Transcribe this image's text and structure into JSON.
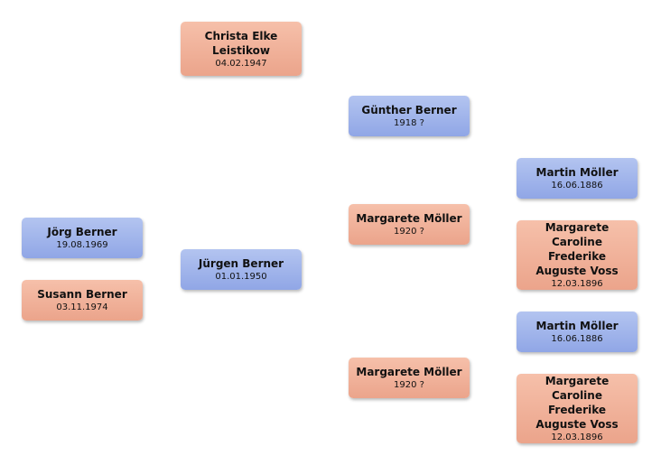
{
  "people": {
    "joerg": {
      "name": "Jörg Berner",
      "date": "19.08.1969",
      "sex": "male"
    },
    "susann": {
      "name": "Susann Berner",
      "date": "03.11.1974",
      "sex": "female"
    },
    "christa": {
      "name": "Christa Elke Leistikow",
      "date": "04.02.1947",
      "sex": "female"
    },
    "juergen": {
      "name": "Jürgen Berner",
      "date": "01.01.1950",
      "sex": "male"
    },
    "guenther": {
      "name": "Günther Berner",
      "date": "1918 ?",
      "sex": "male"
    },
    "margarete1": {
      "name": "Margarete Möller",
      "date": "1920 ?",
      "sex": "female"
    },
    "margarete2": {
      "name": "Margarete Möller",
      "date": "1920 ?",
      "sex": "female"
    },
    "martin1": {
      "name": "Martin Möller",
      "date": "16.06.1886",
      "sex": "male"
    },
    "mcfa1": {
      "name": "Margarete Caroline Frederike Auguste Voss",
      "date": "12.03.1896",
      "sex": "female"
    },
    "martin2": {
      "name": "Martin Möller",
      "date": "16.06.1886",
      "sex": "male"
    },
    "mcfa2": {
      "name": "Margarete Caroline Frederike Auguste Voss",
      "date": "12.03.1896",
      "sex": "female"
    }
  }
}
